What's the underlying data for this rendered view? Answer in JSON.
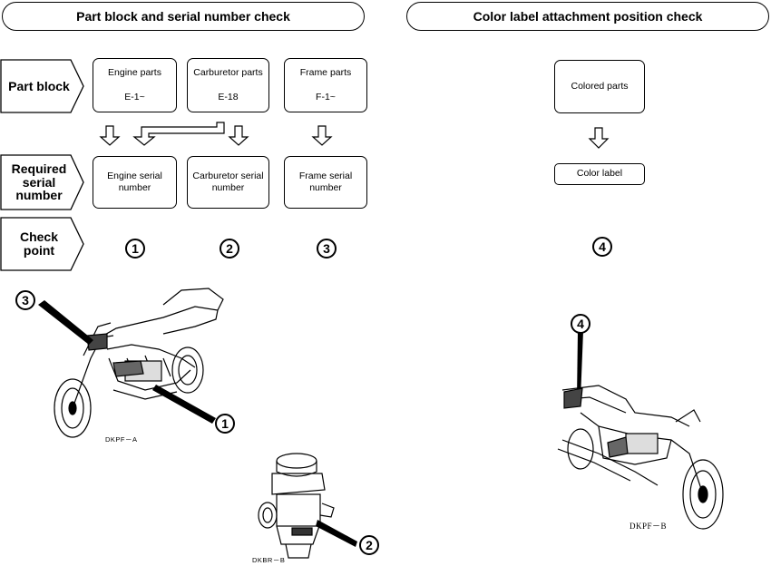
{
  "left_title": "Part block and serial number check",
  "right_title": "Color label attachment position check",
  "row_labels": {
    "part_block": "Part block",
    "required_serial_number": [
      "Required",
      "serial",
      "number"
    ],
    "check_point": [
      "Check",
      "point"
    ]
  },
  "part_blocks": [
    {
      "name": "Engine parts",
      "code": "E-1~"
    },
    {
      "name": "Carburetor parts",
      "code": "E-18"
    },
    {
      "name": "Frame parts",
      "code": "F-1~"
    }
  ],
  "serial_numbers": [
    [
      "Engine serial",
      "number"
    ],
    [
      "Carburetor serial",
      "number"
    ],
    [
      "Frame serial",
      "number"
    ]
  ],
  "check_points": [
    "1",
    "2",
    "3"
  ],
  "color_parts": "Colored parts",
  "color_label": "Color label",
  "color_check_point": "4",
  "callouts": {
    "engine": "1",
    "carburetor": "2",
    "frame": "3",
    "color_label": "4"
  },
  "captions": {
    "motorcycle_left": "DKPF－A",
    "carburetor": "DKBR－B",
    "motorcycle_right": "DKPF－B"
  }
}
